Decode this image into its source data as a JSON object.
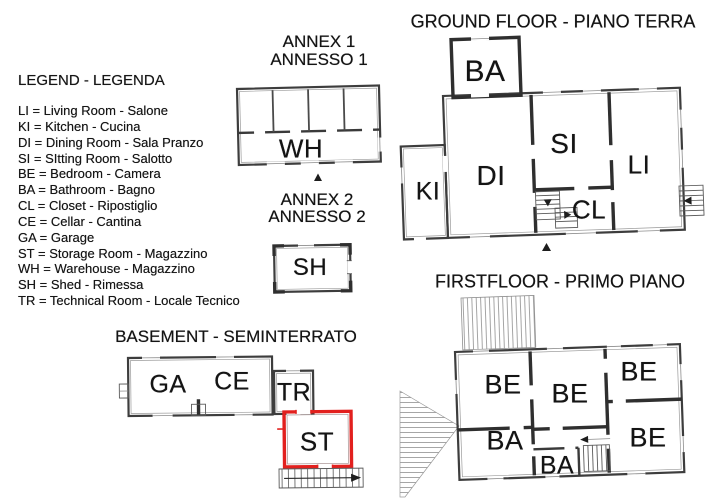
{
  "legend": {
    "title": "LEGEND - LEGENDA",
    "items": [
      "LI = Living Room - Salone",
      "KI = Kitchen - Cucina",
      "DI = Dining Room - Sala Pranzo",
      "SI = SItting Room - Salotto",
      "BE = Bedroom - Camera",
      "BA = Bathroom - Bagno",
      "CL = Closet - Ripostiglio",
      "CE = Cellar - Cantina",
      "GA = Garage",
      "ST = Storage Room - Magazzino",
      "WH = Warehouse - Magazzino",
      "SH = Shed - Rimessa",
      "TR = Technical Room - Locale Tecnico"
    ]
  },
  "annex1": {
    "title_en": "ANNEX 1",
    "title_it": "ANNESSO 1",
    "room": "WH"
  },
  "annex2": {
    "title_en": "ANNEX 2",
    "title_it": "ANNESSO 2",
    "room": "SH"
  },
  "ground_floor": {
    "title": "GROUND FLOOR - PIANO TERRA",
    "rooms": {
      "ba": "BA",
      "ki": "KI",
      "di": "DI",
      "si": "SI",
      "cl": "CL",
      "li": "LI"
    }
  },
  "first_floor": {
    "title": "FIRSTFLOOR - PRIMO PIANO",
    "rooms": {
      "be_top_left": "BE",
      "be_center": "BE",
      "be_top_right": "BE",
      "be_bottom_right": "BE",
      "ba_bottom_left": "BA",
      "ba_bottom_center": "BA"
    }
  },
  "basement": {
    "title": "BASEMENT - SEMINTERRATO",
    "rooms": {
      "ga": "GA",
      "ce": "CE",
      "tr": "TR",
      "st": "ST"
    }
  },
  "colors": {
    "wall_dark": "#2f2f2f",
    "wall_mid": "#3d3d3d",
    "wall_light": "#9a9a9a",
    "highlight_red": "#e2201e",
    "hatch": "#8f8f8f"
  }
}
